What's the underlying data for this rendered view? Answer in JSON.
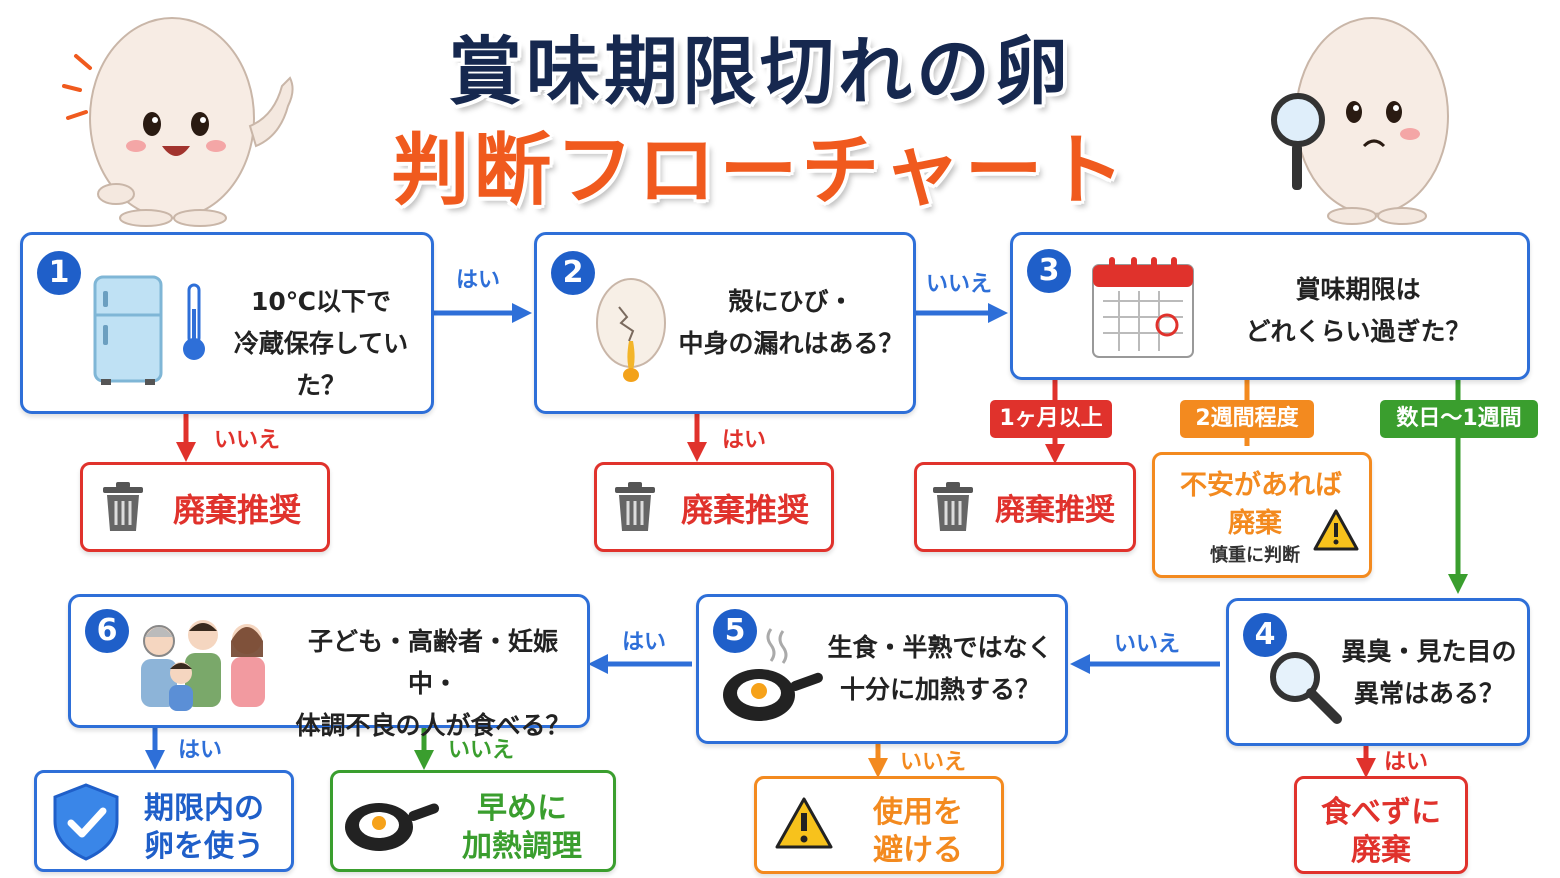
{
  "title": {
    "line1": "賞味期限切れの卵",
    "line2": "判断フローチャート"
  },
  "colors": {
    "blue": "#2e6fd8",
    "red": "#e0322c",
    "orange": "#f38a1f",
    "green": "#3a9e2e",
    "navy": "#16284f",
    "title_orange": "#f05a1e"
  },
  "steps": [
    {
      "num": "1",
      "line1": "10℃以下で",
      "line2": "冷蔵保存していた？",
      "icons": [
        "refrigerator-icon",
        "thermometer-icon"
      ]
    },
    {
      "num": "2",
      "line1": "殻にひび・",
      "line2": "中身の漏れはある？",
      "icons": [
        "cracked-egg-icon"
      ]
    },
    {
      "num": "3",
      "line1": "賞味期限は",
      "line2": "どれくらい過ぎた？",
      "icons": [
        "calendar-icon"
      ]
    },
    {
      "num": "4",
      "line1": "異臭・見た目の",
      "line2": "異常はある？",
      "icons": [
        "magnifier-icon"
      ]
    },
    {
      "num": "5",
      "line1": "生食・半熟ではなく",
      "line2": "十分に加熱する？",
      "icons": [
        "frying-pan-icon"
      ]
    },
    {
      "num": "6",
      "line1": "子ども・高齢者・妊娠中・",
      "line2": "体調不良の人が食べる？",
      "icons": [
        "family-icon"
      ]
    }
  ],
  "edges": {
    "s1_yes": "はい",
    "s1_no": "いいえ",
    "s2_no": "いいえ",
    "s2_yes": "はい",
    "s3_month": "1ヶ月以上",
    "s3_twoweeks": "2週間程度",
    "s3_days": "数日～1週間",
    "s4_no": "いいえ",
    "s4_yes": "はい",
    "s5_yes": "はい",
    "s5_no": "いいえ",
    "s6_yes": "はい",
    "s6_no": "いいえ"
  },
  "results": {
    "discard1": "廃棄推奨",
    "discard2": "廃棄推奨",
    "discard3": "廃棄推奨",
    "caution": {
      "line1": "不安があれば",
      "line2": "廃棄",
      "line3": "慎重に判断"
    },
    "dont_eat": {
      "line1": "食べずに",
      "line2": "廃棄"
    },
    "avoid": {
      "line1": "使用を",
      "line2": "避ける"
    },
    "cook_early": {
      "line1": "早めに",
      "line2": "加熱調理"
    },
    "use_in_date": {
      "line1": "期限内の",
      "line2": "卵を使う"
    }
  }
}
